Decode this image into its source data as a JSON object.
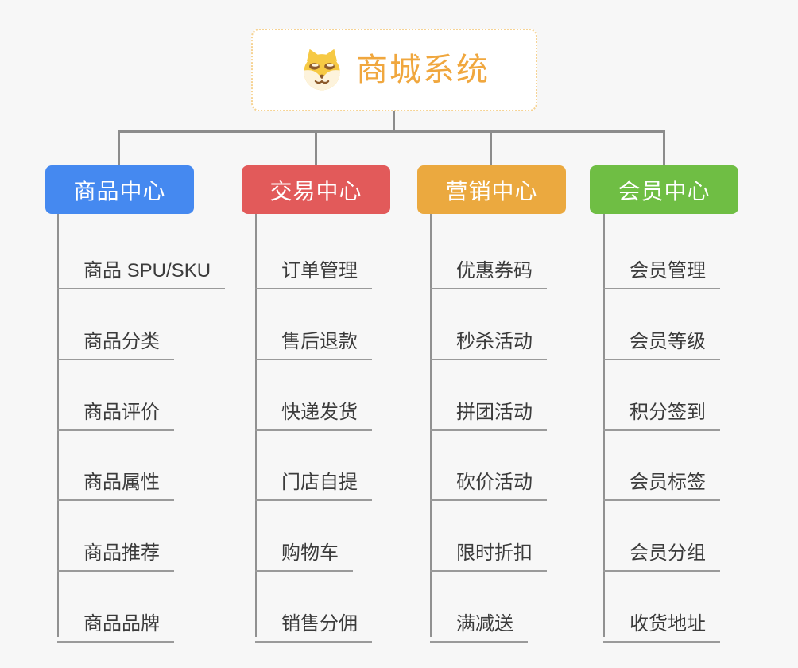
{
  "background_color": "#f7f7f7",
  "connector_color": "#8c8c8c",
  "root": {
    "title": "商城系统",
    "icon": "dog-face-icon",
    "title_color": "#f0a73e",
    "border_color": "#f6d394"
  },
  "branches": [
    {
      "label": "商品中心",
      "color": "#4589f0",
      "children": [
        "商品 SPU/SKU",
        "商品分类",
        "商品评价",
        "商品属性",
        "商品推荐",
        "商品品牌"
      ]
    },
    {
      "label": "交易中心",
      "color": "#e25a5a",
      "children": [
        "订单管理",
        "售后退款",
        "快递发货",
        "门店自提",
        "购物车",
        "销售分佣"
      ]
    },
    {
      "label": "营销中心",
      "color": "#eba93f",
      "children": [
        "优惠券码",
        "秒杀活动",
        "拼团活动",
        "砍价活动",
        "限时折扣",
        "满减送"
      ]
    },
    {
      "label": "会员中心",
      "color": "#6fbe44",
      "children": [
        "会员管理",
        "会员等级",
        "积分签到",
        "会员标签",
        "会员分组",
        "收货地址"
      ]
    }
  ]
}
